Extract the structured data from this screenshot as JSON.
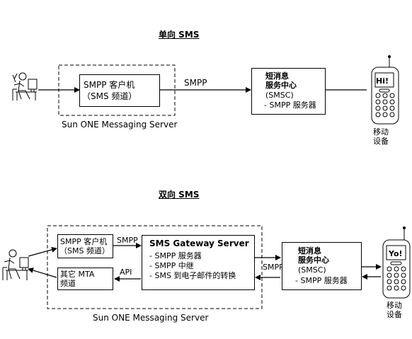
{
  "one_way": {
    "title": "单向 SMS",
    "client_box": {
      "line1": "SMPP 客户机",
      "line2": "（SMS 频道）"
    },
    "protocol_label": "SMPP",
    "smsc_box": {
      "line1": "短消息",
      "line2": "服务中心",
      "line3": "(SMSC)",
      "line4": "- SMPP 服务器"
    },
    "server_label": "Sun ONE Messaging Server",
    "phone_screen": "Hi!",
    "device_label": [
      "移动",
      "设备"
    ]
  },
  "two_way": {
    "title": "双向 SMS",
    "client_box": {
      "line1": "SMPP 客户机",
      "line2": "（SMS 频道）"
    },
    "mta_box": {
      "line1": "其它 MTA",
      "line2": "频道"
    },
    "smpp_label": "SMPP",
    "api_label": "API",
    "gateway_box": {
      "title": "SMS Gateway Server",
      "items": [
        "- SMPP 服务器",
        "- SMPP 中继",
        "- SMS 到电子邮件的转换"
      ]
    },
    "smpp_label_right": "SMPP",
    "smsc_box": {
      "line1": "短消息",
      "line2": "服务中心",
      "line3": "(SMSC)",
      "line4": "- SMPP 服务器"
    },
    "server_label": "Sun ONE Messaging Server",
    "phone_screen": "Yo!",
    "device_label": [
      "移动",
      "设备"
    ]
  }
}
